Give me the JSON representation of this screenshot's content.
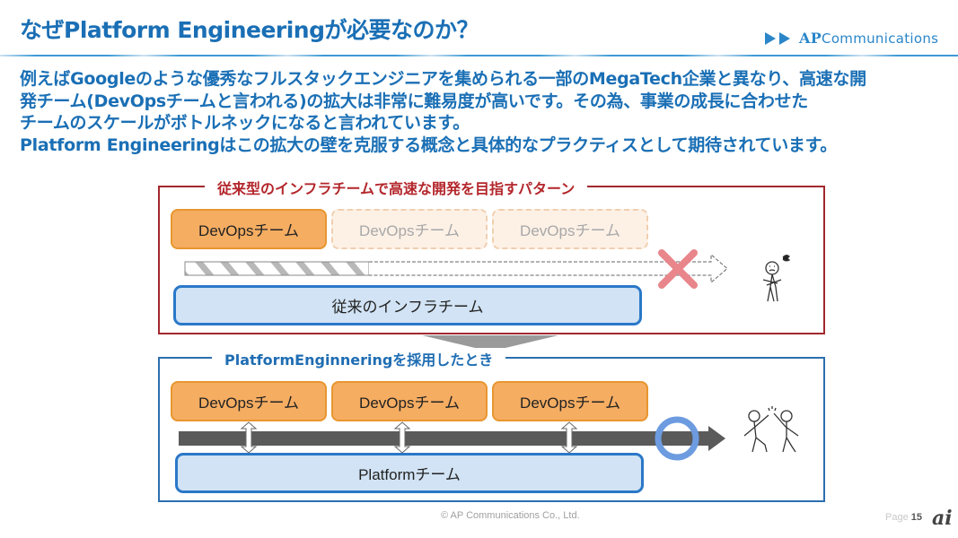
{
  "slide": {
    "title": "なぜPlatform Engineeringが必要なのか？",
    "logo": {
      "brand_bold": "AP",
      "brand_rest": "Communications",
      "icon": "double-play-arrows-icon"
    },
    "body_lines": [
      "例えばGoogleのような優秀なフルスタックエンジニアを集められる一部のMegaTech企業と異なり、高速な開",
      "発チーム(DevOpsチームと言われる)の拡大は非常に難易度が高いです。その為、事業の成長に合わせた",
      "チームのスケールがボトルネックになると言われています。",
      "Platform Engineeringはこの拡大の壁を克服する概念と具体的なプラクティスとして期待されています。"
    ]
  },
  "diagram": {
    "traditional": {
      "title": "従来型のインフラチームで高速な開発を目指すパターン",
      "teams": [
        {
          "label": "DevOpsチーム",
          "state": "active"
        },
        {
          "label": "DevOpsチーム",
          "state": "ghost"
        },
        {
          "label": "DevOpsチーム",
          "state": "ghost"
        }
      ],
      "infra_label": "従来のインフラチーム",
      "result_mark": "cross-icon",
      "person": "frustrated-person-icon",
      "colors": {
        "frame": "#a3282d",
        "title": "#b3262b",
        "cross": "#e8868b"
      }
    },
    "platform": {
      "title": "PlatformEnginneringを採用したとき",
      "teams": [
        {
          "label": "DevOpsチーム",
          "state": "active"
        },
        {
          "label": "DevOpsチーム",
          "state": "active"
        },
        {
          "label": "DevOpsチーム",
          "state": "active"
        }
      ],
      "infra_label": "Platformチーム",
      "result_mark": "circle-icon",
      "person": "high-five-people-icon",
      "colors": {
        "frame": "#2b6fb0",
        "title": "#1f6db3",
        "circle": "#6d9be0"
      }
    }
  },
  "footer": {
    "copyright": "© AP Communications Co., Ltd.",
    "page_label": "Page",
    "page_number": "15",
    "watermark": "ai"
  }
}
